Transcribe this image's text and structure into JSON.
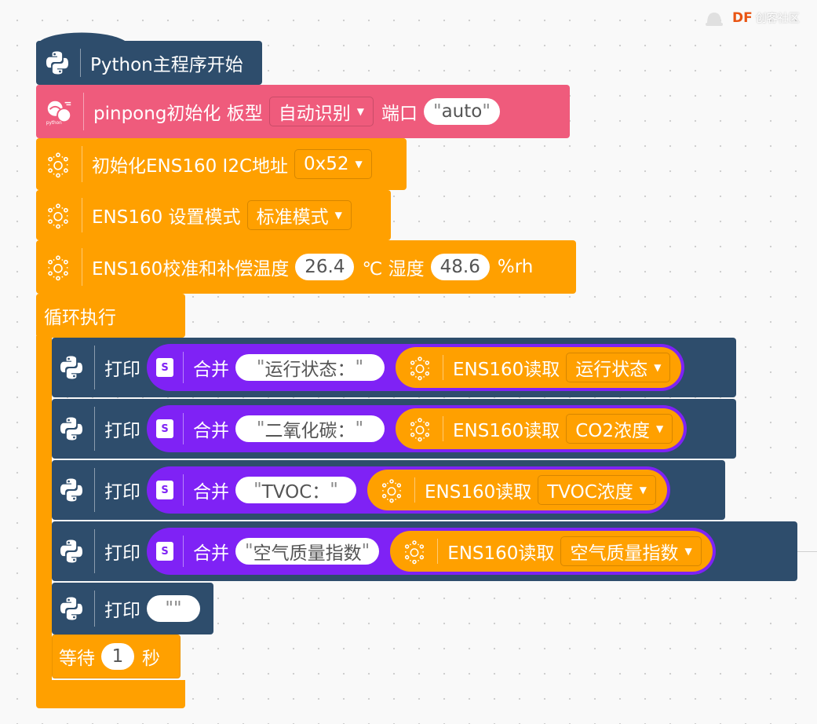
{
  "watermark": {
    "brand": "DF",
    "text": "创客社区"
  },
  "blocks": {
    "main": {
      "label": "Python主程序开始",
      "icon": "python-icon"
    },
    "pinpong": {
      "label": "pinpong初始化 板型",
      "board": "自动识别",
      "port_label": "端口",
      "port": "auto",
      "icon": "pinpong-icon"
    },
    "init": {
      "label": "初始化ENS160 I2C地址",
      "addr": "0x52",
      "icon": "sensor-icon"
    },
    "mode": {
      "label": "ENS160 设置模式",
      "mode": "标准模式",
      "icon": "sensor-icon"
    },
    "calib": {
      "label": "ENS160校准和补偿温度",
      "temp": "26.4",
      "temp_unit": "℃ 湿度",
      "hum": "48.6",
      "hum_unit": "%rh",
      "icon": "sensor-icon"
    },
    "loop": {
      "label": "循环执行"
    },
    "prints": [
      {
        "print": "打印",
        "join": "合并",
        "text": "运行状态：",
        "read": "ENS160读取",
        "field": "运行状态"
      },
      {
        "print": "打印",
        "join": "合并",
        "text": "二氧化碳：",
        "read": "ENS160读取",
        "field": "CO2浓度"
      },
      {
        "print": "打印",
        "join": "合并",
        "text": "TVOC：",
        "read": "ENS160读取",
        "field": "TVOC浓度"
      },
      {
        "print": "打印",
        "join": "合并",
        "text": "空气质量指数",
        "read": "ENS160读取",
        "field": "空气质量指数"
      }
    ],
    "print_empty": {
      "print": "打印",
      "text": " "
    },
    "wait": {
      "label": "等待",
      "value": "1",
      "unit": "秒"
    }
  },
  "colors": {
    "python": "#2e4d6c",
    "pinpong": "#ef5b7c",
    "ens160": "#ffa000",
    "join": "#7f22f5"
  }
}
